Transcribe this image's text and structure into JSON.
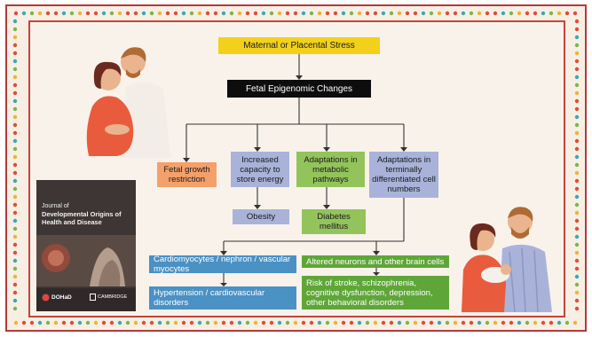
{
  "diagram": {
    "top": "Maternal or Placental Stress",
    "epi": "Fetal Epigenomic Changes",
    "fgr": "Fetal growth restriction",
    "cap": "Increased capacity to store energy",
    "meta": "Adaptations in metabolic pathways",
    "term": "Adaptations in terminally differentiated cell numbers",
    "obesity": "Obesity",
    "diabetes": "Diabetes mellitus",
    "cardio": "Cardiomyocytes / nephron / vascular myocytes",
    "hyper": "Hypertension / cardiovascular disorders",
    "neurons": "Altered neurons and other brain cells",
    "risk": "Risk of stroke, schizophrenia, cognitive dysfunction, depression, other behavioral disorders"
  },
  "journal": {
    "line1": "Journal of",
    "line2": "Developmental Origins of Health and Disease",
    "logo_left": "DOHaD",
    "logo_right": "CAMBRIDGE"
  },
  "colors": {
    "yellow": "#f3d11a",
    "black": "#0d0d0d",
    "orange": "#f4a06a",
    "lavender": "#a9b3d9",
    "green": "#93c45b",
    "blue": "#4a91c4",
    "dark_green": "#5fa638",
    "frame_red": "#b33a3a"
  },
  "illustrations": [
    "pregnant-couple-illustration",
    "family-with-baby-illustration"
  ]
}
